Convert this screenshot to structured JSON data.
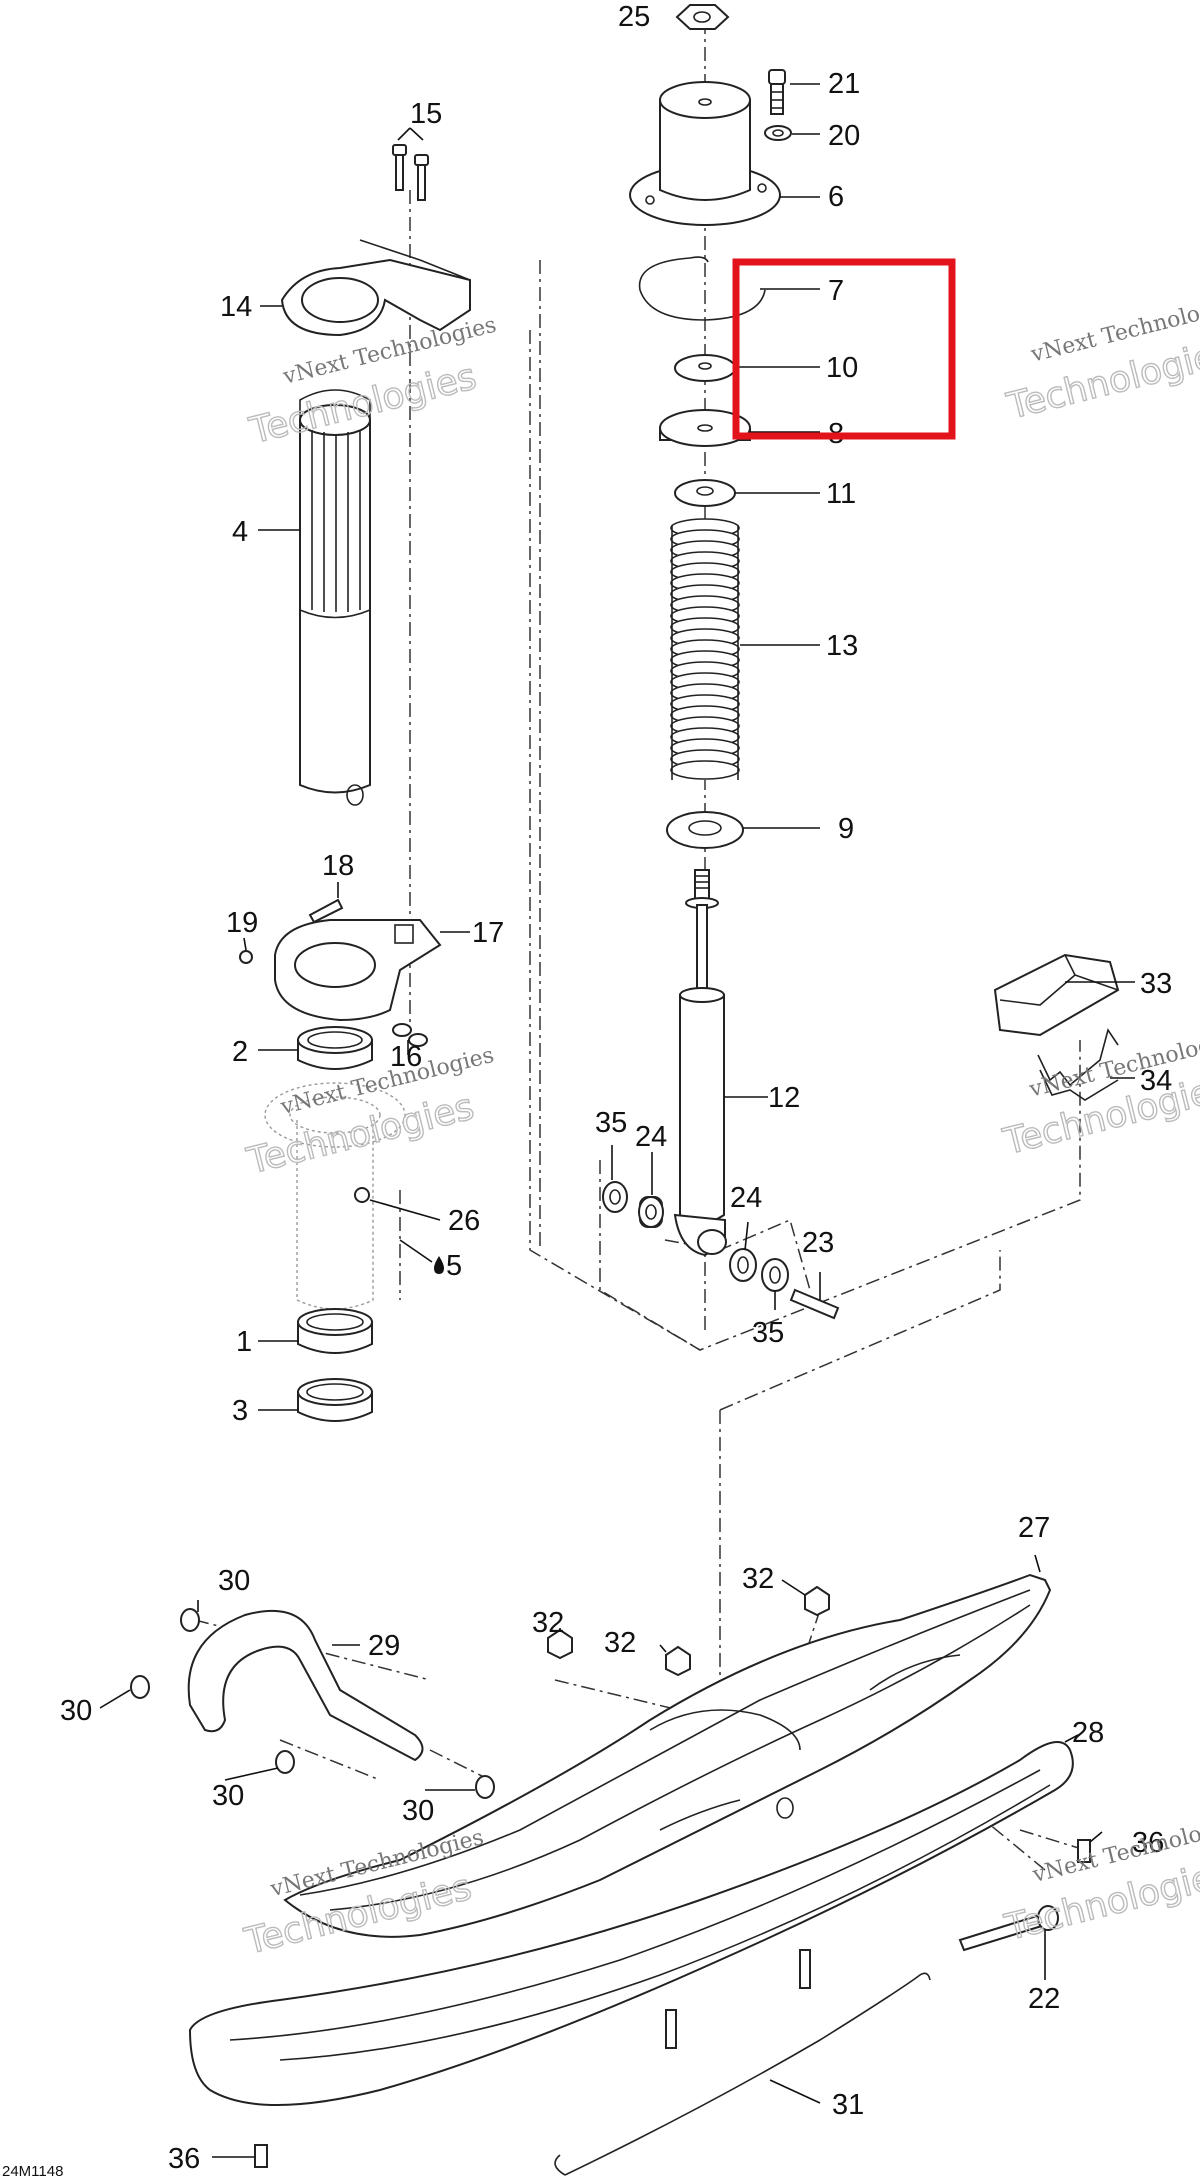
{
  "diagram_code": "24M1148",
  "watermark": {
    "line1": "vNext Technologies",
    "line2": "Technologies"
  },
  "highlight_color": "#e3131b",
  "labels": {
    "p25": "25",
    "p21": "21",
    "p20": "20",
    "p6": "6",
    "p7": "7",
    "p10": "10",
    "p8": "8",
    "p11": "11",
    "p13": "13",
    "p9": "9",
    "p12": "12",
    "p15": "15",
    "p14": "14",
    "p4": "4",
    "p18": "18",
    "p19": "19",
    "p17": "17",
    "p2": "2",
    "p16": "16",
    "p26": "26",
    "p5": "5",
    "p1": "1",
    "p3": "3",
    "p35a": "35",
    "p24a": "24",
    "p24b": "24",
    "p23": "23",
    "p35b": "35",
    "p33": "33",
    "p34": "34",
    "p27": "27",
    "p28": "28",
    "p29": "29",
    "p30a": "30",
    "p30b": "30",
    "p30c": "30",
    "p30d": "30",
    "p32a": "32",
    "p32b": "32",
    "p32c": "32",
    "p36a": "36",
    "p22": "22",
    "p31": "31",
    "p36b": "36"
  }
}
